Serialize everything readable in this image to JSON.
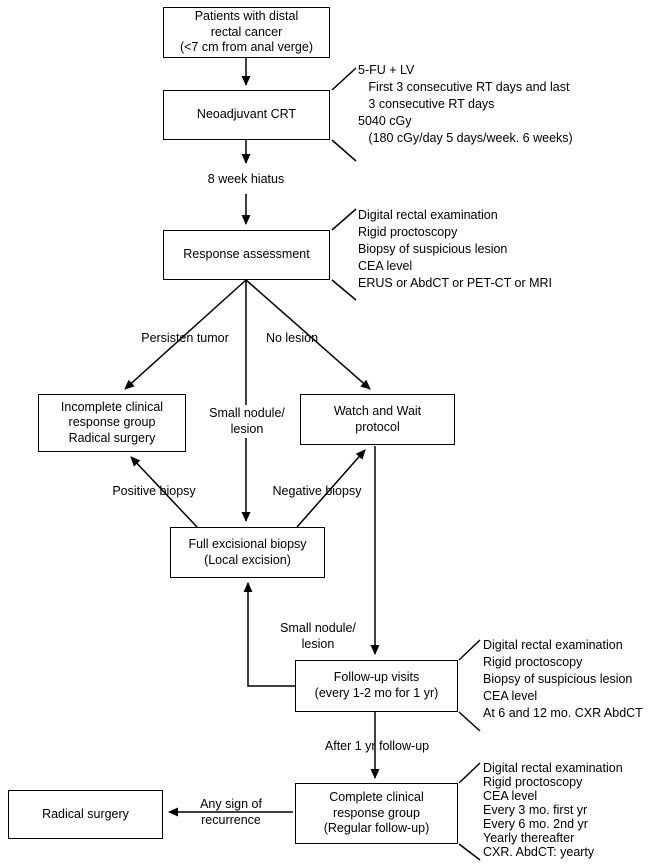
{
  "title": "Distal rectal cancer management flowchart",
  "boxes": {
    "patients": "Patients with distal\nrectal cancer\n(<7 cm from anal verge)",
    "crt": "Neoadjuvant CRT",
    "response": "Response assessment",
    "incomplete": "Incomplete clinical\nresponse group\nRadical surgery",
    "watch_wait": "Watch and Wait\nprotocol",
    "biopsy": "Full excisional biopsy\n(Local excision)",
    "followup": "Follow-up visits\n(every 1-2 mo for 1 yr)",
    "complete": "Complete clinical\nresponse group\n(Regular follow-up)",
    "radical": "Radical surgery"
  },
  "edge_labels": {
    "hiatus": "8 week hiatus",
    "persistent_tumor": "Persisten tumor",
    "no_lesion": "No lesion",
    "small_nodule_upper": "Small nodule/\nlesion",
    "positive_biopsy": "Positive biopsy",
    "negative_biopsy": "Negative biopsy",
    "small_nodule_lower": "Small nodule/\nlesion",
    "after_1yr": "After 1 yr follow-up",
    "recurrence": "Any sign of\nrecurrence"
  },
  "annotations": {
    "crt": {
      "lines": [
        "5-FU + LV",
        "   First 3 consecutive RT days and last",
        "   3 consecutive RT days",
        "5040 cGy",
        "   (180 cGy/day 5 days/week. 6 weeks)"
      ]
    },
    "response": {
      "lines": [
        "Digital rectal examination",
        "Rigid proctoscopy",
        "Biopsy of suspicious lesion",
        "CEA level",
        "ERUS or AbdCT or PET-CT or MRI"
      ]
    },
    "followup": {
      "lines": [
        "Digital rectal examination",
        "Rigid proctoscopy",
        "Biopsy of suspicious lesion",
        "CEA level",
        "At 6 and 12 mo. CXR AbdCT"
      ]
    },
    "complete": {
      "lines": [
        "Digital rectal examination",
        "Rigid proctoscopy",
        "CEA level",
        "Every 3 mo. first yr",
        "Every 6 mo. 2nd yr",
        "Yearly thereafter",
        "CXR. AbdCT: yearty"
      ]
    }
  },
  "colors": {
    "line": "#000000",
    "background": "#ffffff",
    "text": "#000000"
  }
}
